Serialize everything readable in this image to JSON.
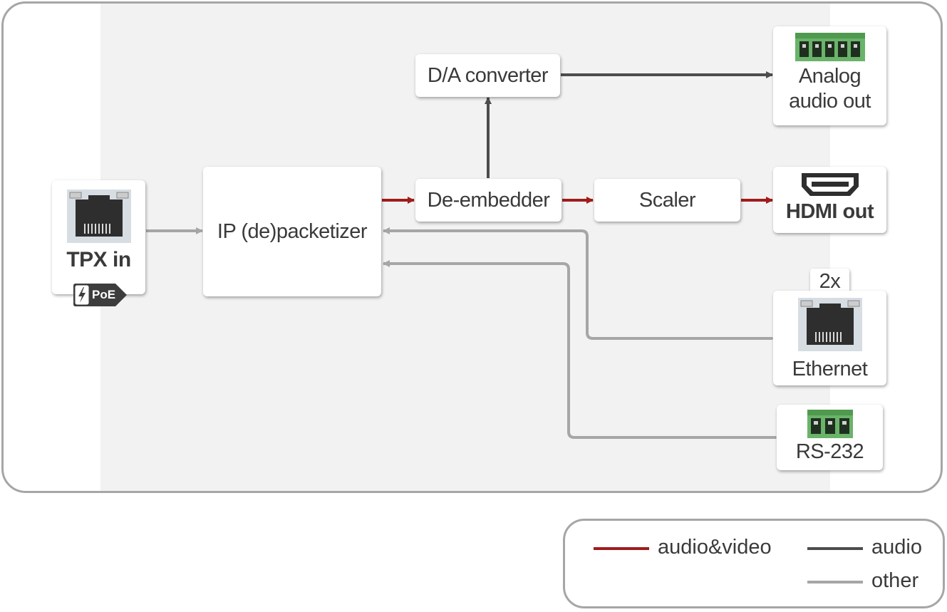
{
  "blocks": {
    "tpx_in": "TPX in",
    "poe": "PoE",
    "ip_depacketizer": "IP (de)packetizer",
    "da_converter": "D/A converter",
    "de_embedder": "De-embedder",
    "scaler": "Scaler",
    "analog_audio_out": [
      "Analog",
      "audio out"
    ],
    "hdmi_out": "HDMI out",
    "ethernet": "Ethernet",
    "ethernet_count": "2x",
    "rs232": "RS-232"
  },
  "legend": {
    "audio_video": "audio&video",
    "audio": "audio",
    "other": "other"
  },
  "colors": {
    "audio_video": "#a01c1c",
    "audio": "#4d4d4d",
    "other": "#a6a6a6"
  }
}
